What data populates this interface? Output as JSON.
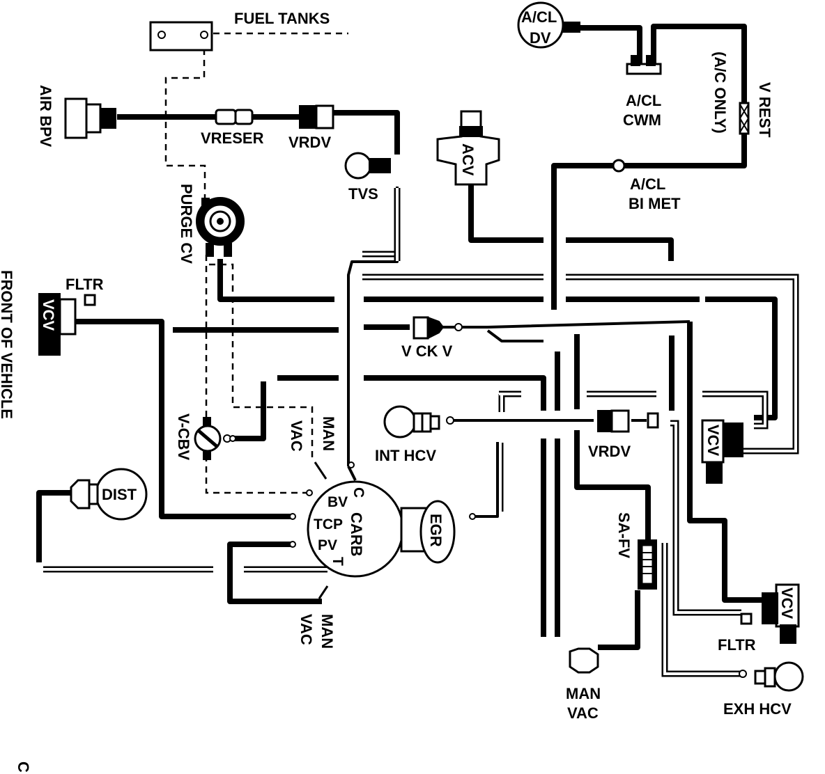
{
  "labels": {
    "fuel_tanks": "FUEL TANKS",
    "air_bpv": "AIR BPV",
    "vreser": "VRESER",
    "vrdv_top": "VRDV",
    "tvs": "TVS",
    "purge_cv": "PURGE CV",
    "acv": "ACV",
    "acl_dv_line1": "A/CL",
    "acl_dv_line2": "DV",
    "acl_cwm_line1": "A/CL",
    "acl_cwm_line2": "CWM",
    "ac_only": "(A/C ONLY)",
    "v_rest": "V REST",
    "acl_bimet_line1": "A/CL",
    "acl_bimet_line2": "BI MET",
    "front_of_vehicle": "FRONT OF VEHICLE",
    "fltr_left": "FLTR",
    "vcv_left": "VCV",
    "v_ck_v": "V CK V",
    "v_cbv": "V-CBV",
    "man_vac_upper_line1": "MAN",
    "man_vac_upper_line2": "VAC",
    "dist": "DIST",
    "int_hcv": "INT HCV",
    "vrdv_mid": "VRDV",
    "carb_bv": "BV",
    "carb_c": "C",
    "carb_tcp": "TCP",
    "carb_pv": "PV",
    "carb_t": "T",
    "carb": "CARB",
    "egr": "EGR",
    "sa_fv": "SA-FV",
    "vcv_right_upper": "VCV",
    "vcv_right_lower": "VCV",
    "fltr_right": "FLTR",
    "man_vac_lower_line1": "MAN",
    "man_vac_lower_line2": "VAC",
    "man_vac_bottom_line1": "MAN",
    "man_vac_bottom_line2": "VAC",
    "exh_hcv": "EXH HCV",
    "corner_letter": "C"
  },
  "colors": {
    "line": "#000000",
    "background": "#ffffff"
  }
}
